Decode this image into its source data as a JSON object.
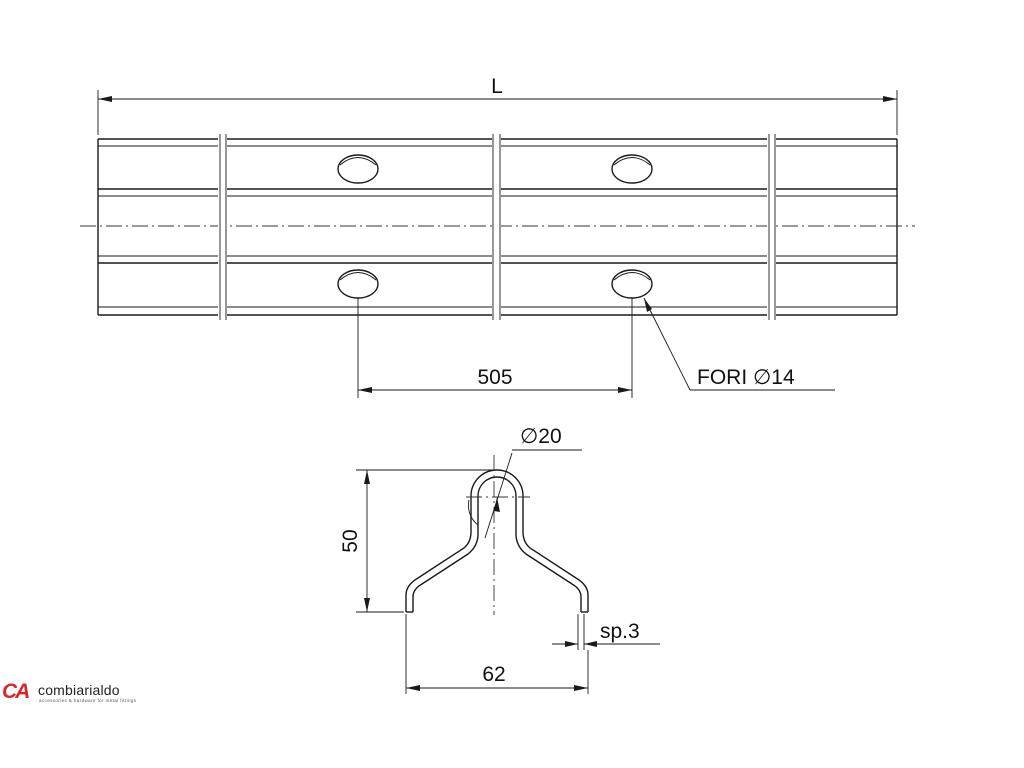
{
  "top_view": {
    "length_label": "L",
    "hole_spacing_label": "505",
    "holes_label": "FORI ∅14"
  },
  "section_view": {
    "diameter_label": "∅20",
    "height_label": "50",
    "thickness_label": "sp.3",
    "width_label": "62"
  },
  "logo": {
    "mark": "CA",
    "name": "combiarialdo",
    "tagline": "accessories & hardware for metal fittings",
    "color": "#d8262a"
  }
}
